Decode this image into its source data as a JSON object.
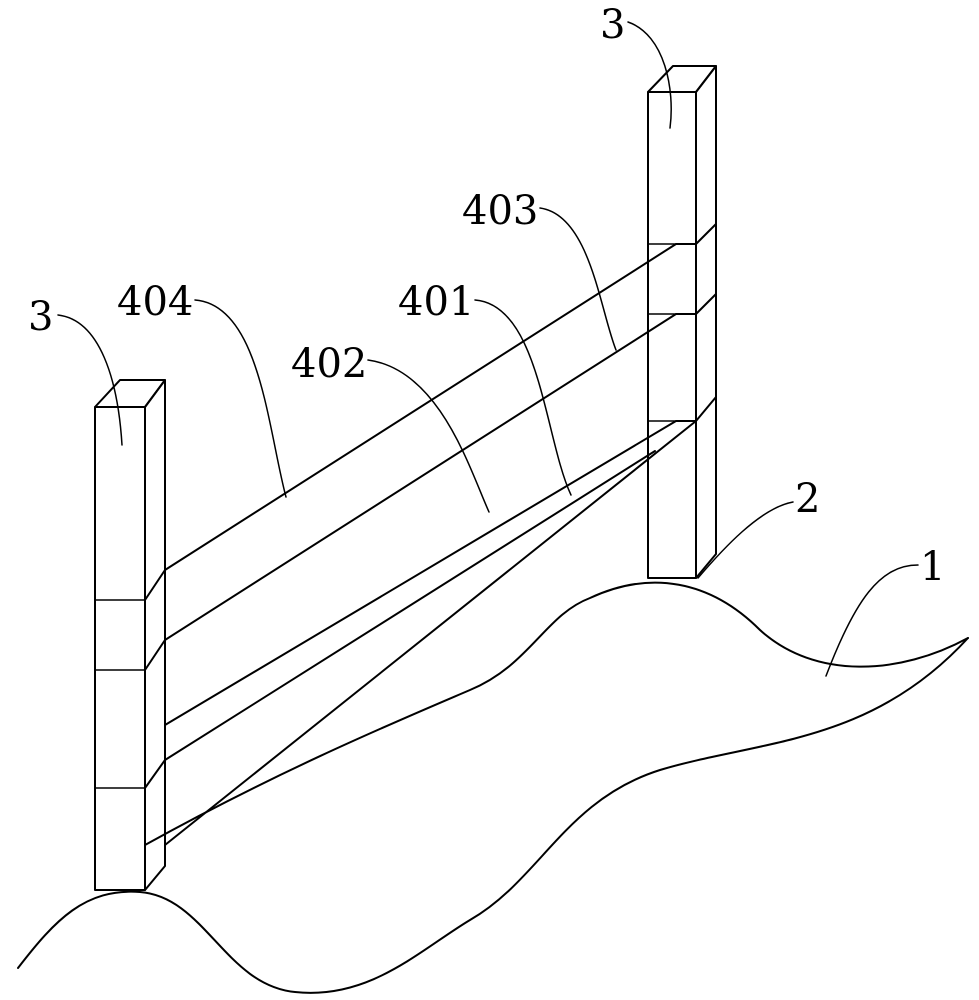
{
  "figure": {
    "labels": {
      "post_left": "3",
      "post_right": "3",
      "ground": "1",
      "post_base": "2",
      "rail_401": "401",
      "rail_402": "402",
      "rail_403": "403",
      "rail_404": "404"
    },
    "colors": {
      "line": "#000000",
      "background": "#ffffff"
    }
  }
}
